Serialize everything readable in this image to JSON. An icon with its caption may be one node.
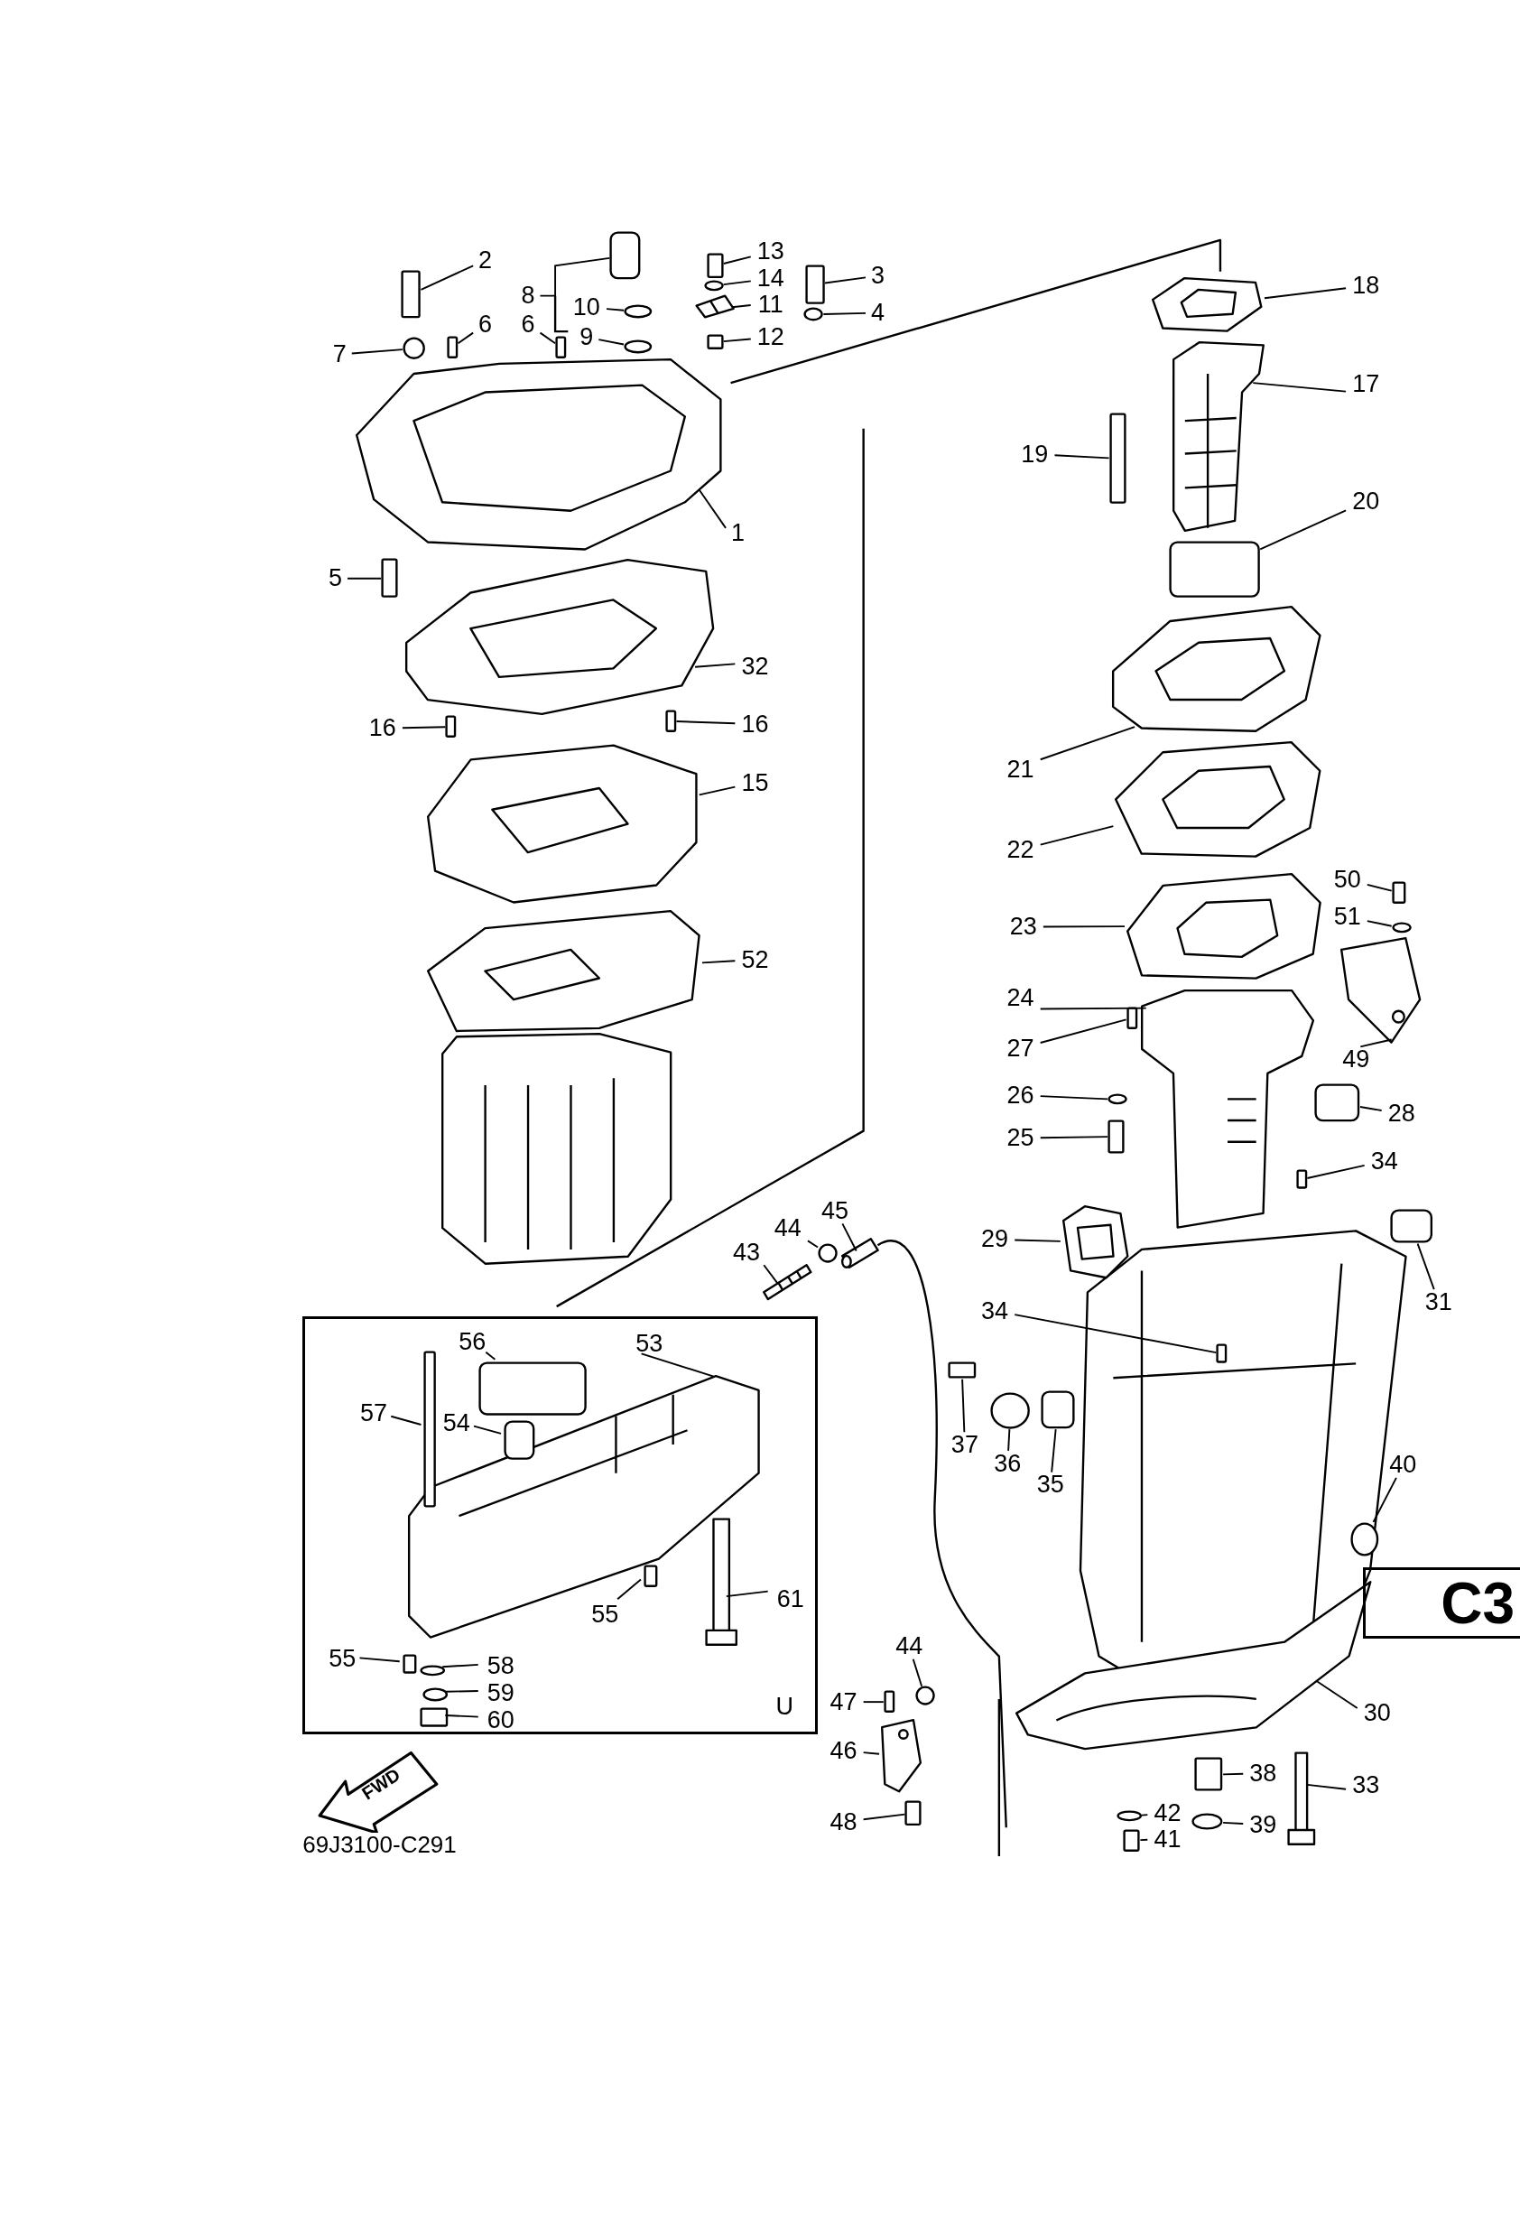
{
  "diagram": {
    "nodes": [
      {
        "text": [
          "1"
        ]
      },
      {
        "text": [
          "2"
        ]
      },
      {
        "text": [
          "3"
        ]
      },
      {
        "text": [
          "4"
        ]
      },
      {
        "text": [
          "5"
        ]
      },
      {
        "text": [
          "6"
        ]
      },
      {
        "text": [
          "6"
        ]
      },
      {
        "text": [
          "7"
        ]
      },
      {
        "text": [
          "8"
        ]
      },
      {
        "text": [
          "9"
        ]
      },
      {
        "text": [
          "10"
        ]
      },
      {
        "text": [
          "11"
        ]
      },
      {
        "text": [
          "12"
        ]
      },
      {
        "text": [
          "13"
        ]
      },
      {
        "text": [
          "14"
        ]
      },
      {
        "text": [
          "15"
        ]
      },
      {
        "text": [
          "16"
        ]
      },
      {
        "text": [
          "16"
        ]
      },
      {
        "text": [
          "17"
        ]
      },
      {
        "text": [
          "18"
        ]
      },
      {
        "text": [
          "19"
        ]
      },
      {
        "text": [
          "20"
        ]
      },
      {
        "text": [
          "21"
        ]
      },
      {
        "text": [
          "22"
        ]
      },
      {
        "text": [
          "23"
        ]
      },
      {
        "text": [
          "24"
        ]
      },
      {
        "text": [
          "25"
        ]
      },
      {
        "text": [
          "26"
        ]
      },
      {
        "text": [
          "27"
        ]
      },
      {
        "text": [
          "28"
        ]
      },
      {
        "text": [
          "29"
        ]
      },
      {
        "text": [
          "30"
        ]
      },
      {
        "text": [
          "31"
        ]
      },
      {
        "text": [
          "32"
        ]
      },
      {
        "text": [
          "33"
        ]
      },
      {
        "text": [
          "34"
        ]
      },
      {
        "text": [
          "34"
        ]
      },
      {
        "text": [
          "35"
        ]
      },
      {
        "text": [
          "36"
        ]
      },
      {
        "text": [
          "37"
        ]
      },
      {
        "text": [
          "38"
        ]
      },
      {
        "text": [
          "39"
        ]
      },
      {
        "text": [
          "40"
        ]
      },
      {
        "text": [
          "41"
        ]
      },
      {
        "text": [
          "42"
        ]
      },
      {
        "text": [
          "43"
        ]
      },
      {
        "text": [
          "44"
        ]
      },
      {
        "text": [
          "44"
        ]
      },
      {
        "text": [
          "45"
        ]
      },
      {
        "text": [
          "46"
        ]
      },
      {
        "text": [
          "47"
        ]
      },
      {
        "text": [
          "48"
        ]
      },
      {
        "text": [
          "49"
        ]
      },
      {
        "text": [
          "50"
        ]
      },
      {
        "text": [
          "51"
        ]
      },
      {
        "text": [
          "52"
        ]
      },
      {
        "text": [
          "U"
        ]
      },
      {
        "text": [
          "53"
        ],
        "in": 56
      },
      {
        "text": [
          "54"
        ],
        "in": 56
      },
      {
        "text": [
          "55"
        ],
        "in": 56
      },
      {
        "text": [
          "55"
        ],
        "in": 56
      },
      {
        "text": [
          "56"
        ],
        "in": 56
      },
      {
        "text": [
          "57"
        ],
        "in": 56
      },
      {
        "text": [
          "58"
        ],
        "in": 56
      },
      {
        "text": [
          "59"
        ],
        "in": 56
      },
      {
        "text": [
          "60"
        ],
        "in": 56
      },
      {
        "text": [
          "61"
        ],
        "in": 56
      },
      {
        "text": [
          "FWD"
        ]
      },
      {
        "text": [],
        "shape": "picture"
      },
      {
        "text": [],
        "shape": "box"
      },
      {
        "text": [],
        "shape": "box"
      },
      {
        "text": [],
        "shape": "circle"
      },
      {
        "text": [],
        "shape": "box"
      },
      {
        "text": [],
        "shape": "box"
      },
      {
        "text": [],
        "shape": "box"
      },
      {
        "text": [],
        "shape": "circle"
      },
      {
        "text": [],
        "shape": "box"
      },
      {
        "text": [],
        "shape": "circle"
      },
      {
        "text": [],
        "shape": "circle"
      },
      {
        "text": [],
        "shape": "picture"
      },
      {
        "text": [],
        "shape": "box"
      },
      {
        "text": [],
        "shape": "box"
      },
      {
        "text": [],
        "shape": "circle"
      },
      {
        "text": [],
        "shape": "picture"
      },
      {
        "text": [],
        "shape": "box"
      },
      {
        "text": [],
        "shape": "box"
      },
      {
        "text": [],
        "shape": "picture"
      },
      {
        "text": [],
        "shape": "picture"
      },
      {
        "text": [],
        "shape": "box"
      },
      {
        "text": [],
        "shape": "box"
      },
      {
        "text": [],
        "shape": "picture"
      },
      {
        "text": [],
        "shape": "picture"
      },
      {
        "text": [],
        "shape": "picture"
      },
      {
        "text": [],
        "shape": "picture"
      },
      {
        "text": [],
        "shape": "box"
      },
      {
        "text": [],
        "shape": "circle"
      },
      {
        "text": [],
        "shape": "box"
      },
      {
        "text": [],
        "shape": "box"
      },
      {
        "text": [],
        "shape": "picture"
      },
      {
        "text": [],
        "shape": "picture"
      },
      {
        "text": [],
        "shape": "box"
      },
      {
        "text": [],
        "shape": "picture"
      },
      {
        "text": [],
        "shape": "picture"
      },
      {
        "text": [],
        "shape": "box"
      },
      {
        "text": [],
        "shape": "box"
      },
      {
        "text": [],
        "shape": "box"
      },
      {
        "text": [],
        "shape": "circle"
      },
      {
        "text": [],
        "shape": "box"
      },
      {
        "text": [],
        "shape": "box"
      },
      {
        "text": [],
        "shape": "circle"
      },
      {
        "text": [],
        "shape": "circle"
      },
      {
        "text": [],
        "shape": "box"
      },
      {
        "text": [],
        "shape": "circle"
      },
      {
        "text": [],
        "shape": "picture"
      },
      {
        "text": [],
        "shape": "circle"
      },
      {
        "text": [],
        "shape": "circle"
      },
      {
        "text": [],
        "shape": "picture"
      },
      {
        "text": [],
        "shape": "picture"
      },
      {
        "text": [],
        "shape": "box"
      },
      {
        "text": [],
        "shape": "box"
      },
      {
        "text": [],
        "shape": "picture"
      },
      {
        "text": [],
        "shape": "box"
      },
      {
        "text": [],
        "shape": "circle"
      },
      {
        "text": [],
        "shape": "picture"
      },
      {
        "text": [],
        "shape": "picture",
        "in": 56
      },
      {
        "text": [],
        "shape": "box",
        "in": 124
      },
      {
        "text": [],
        "shape": "box",
        "in": 124
      },
      {
        "text": [],
        "shape": "box",
        "in": 56
      },
      {
        "text": [],
        "shape": "box",
        "in": 56
      },
      {
        "text": [],
        "shape": "box",
        "in": 56
      },
      {
        "text": [],
        "shape": "circle",
        "in": 56
      },
      {
        "text": [],
        "shape": "circle",
        "in": 56
      },
      {
        "text": [],
        "shape": "box",
        "in": 56
      },
      {
        "text": [],
        "shape": "picture",
        "in": 56
      }
    ],
    "edges": [
      {
        "from": 0,
        "to": 68,
        "arrow": "none"
      },
      {
        "from": 1,
        "to": 69,
        "arrow": "none"
      },
      {
        "from": 2,
        "to": 70,
        "arrow": "none"
      },
      {
        "from": 3,
        "to": 71,
        "arrow": "none"
      },
      {
        "from": 4,
        "to": 72,
        "arrow": "none"
      },
      {
        "from": 5,
        "to": 73,
        "arrow": "none"
      },
      {
        "from": 6,
        "to": 74,
        "arrow": "none"
      },
      {
        "from": 7,
        "to": 75,
        "arrow": "none"
      },
      {
        "from": 8,
        "to": 76,
        "arrow": "none"
      },
      {
        "from": 9,
        "to": 77,
        "arrow": "none"
      },
      {
        "from": 10,
        "to": 78,
        "arrow": "none"
      },
      {
        "from": 11,
        "to": 79,
        "arrow": "none"
      },
      {
        "from": 12,
        "to": 80,
        "arrow": "none"
      },
      {
        "from": 13,
        "to": 81,
        "arrow": "none"
      },
      {
        "from": 14,
        "to": 82,
        "arrow": "none"
      },
      {
        "from": 15,
        "to": 83,
        "arrow": "none"
      },
      {
        "from": 16,
        "to": 84,
        "arrow": "none"
      },
      {
        "from": 17,
        "to": 85,
        "arrow": "none"
      },
      {
        "from": 18,
        "to": 86,
        "arrow": "none"
      },
      {
        "from": 19,
        "to": 87,
        "arrow": "none"
      },
      {
        "from": 20,
        "to": 88,
        "arrow": "none"
      },
      {
        "from": 21,
        "to": 89,
        "arrow": "none"
      },
      {
        "from": 22,
        "to": 90,
        "arrow": "none"
      },
      {
        "from": 23,
        "to": 91,
        "arrow": "none"
      },
      {
        "from": 24,
        "to": 92,
        "arrow": "none"
      },
      {
        "from": 25,
        "to": 93,
        "arrow": "none"
      },
      {
        "from": 26,
        "to": 94,
        "arrow": "none"
      },
      {
        "from": 27,
        "to": 95,
        "arrow": "none"
      },
      {
        "from": 28,
        "to": 96,
        "arrow": "none"
      },
      {
        "from": 29,
        "to": 97,
        "arrow": "none"
      },
      {
        "from": 30,
        "to": 98,
        "arrow": "none"
      },
      {
        "from": 31,
        "to": 99,
        "arrow": "none"
      },
      {
        "from": 32,
        "to": 100,
        "arrow": "none"
      },
      {
        "from": 33,
        "to": 101,
        "arrow": "none"
      },
      {
        "from": 34,
        "to": 102,
        "arrow": "none"
      },
      {
        "from": 35,
        "to": 103,
        "arrow": "none"
      },
      {
        "from": 36,
        "to": 104,
        "arrow": "none"
      },
      {
        "from": 37,
        "to": 105,
        "arrow": "none"
      },
      {
        "from": 38,
        "to": 106,
        "arrow": "none"
      },
      {
        "from": 39,
        "to": 107,
        "arrow": "none"
      },
      {
        "from": 40,
        "to": 108,
        "arrow": "none"
      },
      {
        "from": 41,
        "to": 109,
        "arrow": "none"
      },
      {
        "from": 42,
        "to": 110,
        "arrow": "none"
      },
      {
        "from": 43,
        "to": 111,
        "arrow": "none"
      },
      {
        "from": 44,
        "to": 112,
        "arrow": "none"
      },
      {
        "from": 45,
        "to": 113,
        "arrow": "none"
      },
      {
        "from": 46,
        "to": 114,
        "arrow": "none"
      },
      {
        "from": 47,
        "to": 115,
        "arrow": "none"
      },
      {
        "from": 48,
        "to": 116,
        "arrow": "none"
      },
      {
        "from": 49,
        "to": 117,
        "arrow": "none"
      },
      {
        "from": 50,
        "to": 118,
        "arrow": "none"
      },
      {
        "from": 51,
        "to": 119,
        "arrow": "none"
      },
      {
        "from": 52,
        "to": 120,
        "arrow": "none"
      },
      {
        "from": 53,
        "to": 121,
        "arrow": "none"
      },
      {
        "from": 54,
        "to": 122,
        "arrow": "none"
      },
      {
        "from": 55,
        "to": 123,
        "arrow": "none"
      },
      {
        "from": 57,
        "to": 124,
        "arrow": "none"
      },
      {
        "from": 58,
        "to": 125,
        "arrow": "none"
      },
      {
        "from": 59,
        "to": 126,
        "arrow": "none"
      },
      {
        "from": 60,
        "to": 127,
        "arrow": "none"
      },
      {
        "from": 61,
        "to": 128,
        "arrow": "none"
      },
      {
        "from": 62,
        "to": 129,
        "arrow": "none"
      },
      {
        "from": 63,
        "to": 130,
        "arrow": "none"
      },
      {
        "from": 64,
        "to": 131,
        "arrow": "none"
      },
      {
        "from": 65,
        "to": 132,
        "arrow": "none"
      },
      {
        "from": 66,
        "to": 133,
        "arrow": "none"
      }
    ],
    "labels": [
      "69J3100-C291",
      "C3"
    ]
  }
}
